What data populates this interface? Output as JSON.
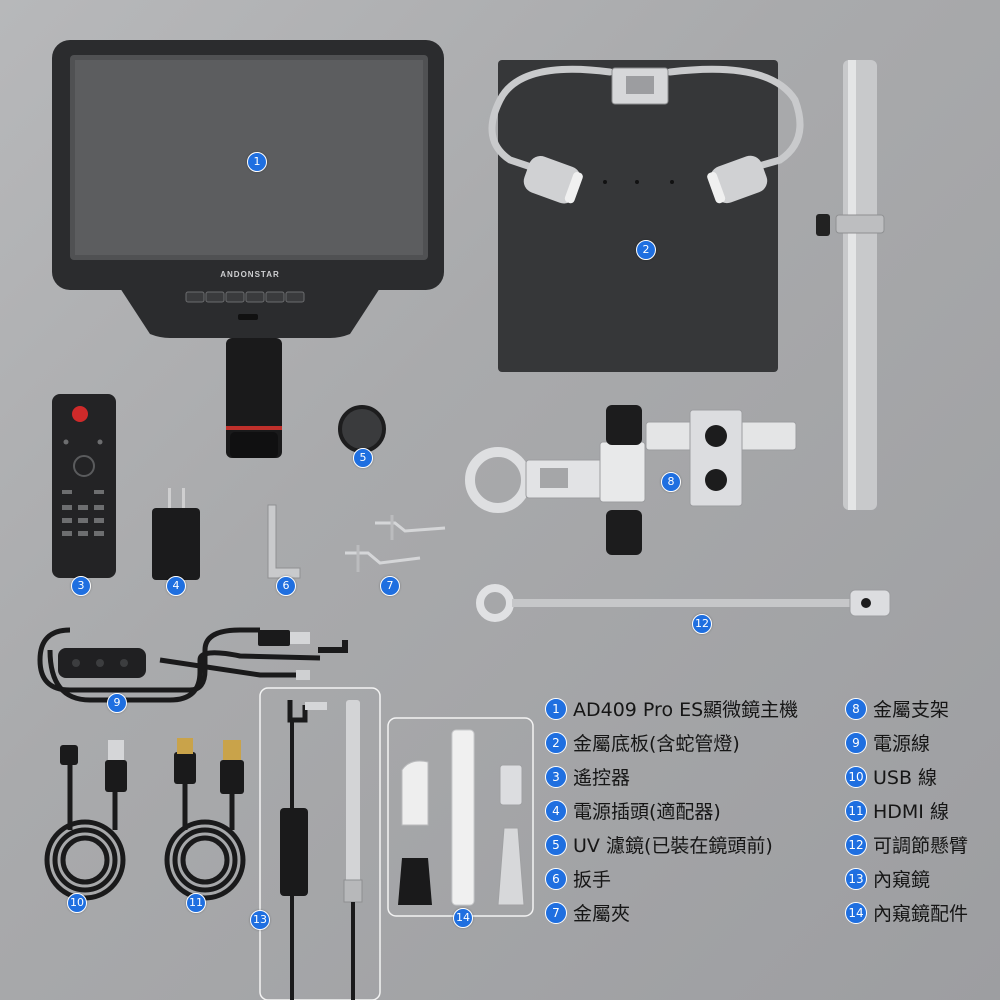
{
  "brand_text": "ANDONSTAR",
  "badges": [
    "1",
    "2",
    "3",
    "4",
    "5",
    "6",
    "7",
    "8",
    "9",
    "10",
    "11",
    "12",
    "13",
    "14"
  ],
  "legend_left": [
    {
      "num": "1",
      "text": "AD409 Pro ES顯微鏡主機"
    },
    {
      "num": "2",
      "text": "金屬底板(含蛇管燈)"
    },
    {
      "num": "3",
      "text": "遙控器"
    },
    {
      "num": "4",
      "text": "電源插頭(適配器)"
    },
    {
      "num": "5",
      "text": "UV 濾鏡(已裝在鏡頭前)"
    },
    {
      "num": "6",
      "text": "扳手"
    },
    {
      "num": "7",
      "text": "金屬夾"
    }
  ],
  "legend_right": [
    {
      "num": "8",
      "text": "金屬支架"
    },
    {
      "num": "9",
      "text": "電源線"
    },
    {
      "num": "10",
      "text": "USB 線"
    },
    {
      "num": "11",
      "text": "HDMI 線"
    },
    {
      "num": "12",
      "text": "可調節懸臂"
    },
    {
      "num": "13",
      "text": "內窺鏡"
    },
    {
      "num": "14",
      "text": "內窺鏡配件"
    }
  ],
  "colors": {
    "accent": "#1f6fe0",
    "background": "#a9aaac"
  }
}
